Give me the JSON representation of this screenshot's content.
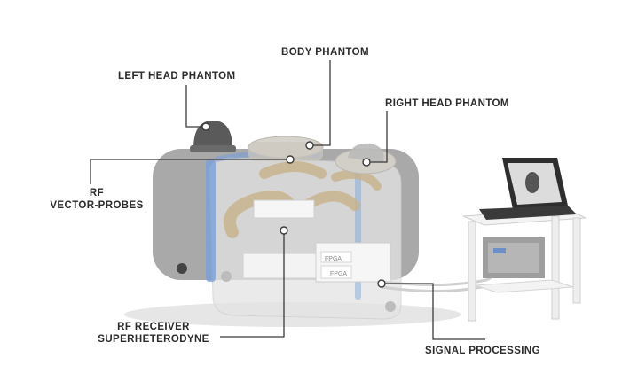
{
  "labels": {
    "left_head_phantom": "LEFT HEAD PHANTOM",
    "body_phantom": "BODY PHANTOM",
    "right_head_phantom": "RIGHT HEAD PHANTOM",
    "rf_vector_probes_line1": "RF",
    "rf_vector_probes_line2": "VECTOR-PROBES",
    "rf_receiver_line1": "RF RECEIVER",
    "rf_receiver_line2": "SUPERHETERODYNE",
    "signal_processing": "SIGNAL PROCESSING"
  },
  "box_labels": {
    "fpga_1": "FPGA",
    "fpga_2": "FPGA"
  },
  "colors": {
    "chassis": "#8f8f8f",
    "accent_blue": "#7aa0d8",
    "coil_gold": "#c8b389",
    "callout_line": "#3a3a3a"
  }
}
